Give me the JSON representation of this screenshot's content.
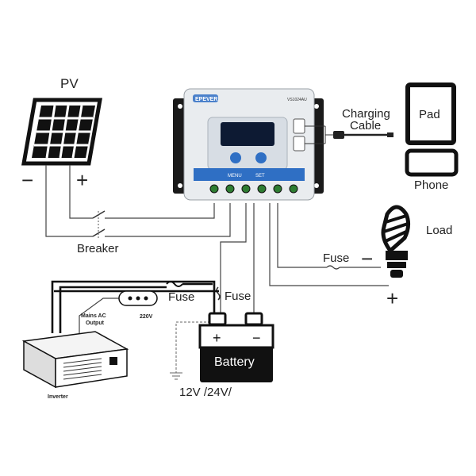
{
  "labels": {
    "pv": "PV",
    "pv_minus": "−",
    "pv_plus": "+",
    "breaker": "Breaker",
    "charging_cable": "Charging\nCable",
    "pad": "Pad",
    "phone": "Phone",
    "load": "Load",
    "fuse_load": "Fuse",
    "load_minus": "−",
    "load_plus": "+",
    "fuse_inverter": "Fuse",
    "fuse_battery": "Fuse",
    "mains_ac_output": "Mains AC\nOutput",
    "voltage_220": "220V",
    "inverter": "Inverter",
    "battery": "Battery",
    "battery_plus": "+",
    "battery_minus": "−",
    "battery_voltage": "12V /24V/"
  },
  "controller": {
    "brand": "EPEVER",
    "model": "VS1024AU",
    "btn_left": "MENU",
    "btn_right": "SET"
  },
  "colors": {
    "line": "#222222",
    "controller_body": "#e9ecef",
    "controller_frame": "#1a1a1a",
    "screen": "#0d1a33",
    "accent_blue": "#2f6fc4",
    "terminal_green": "#2e7d32",
    "battery_body": "#111111"
  }
}
